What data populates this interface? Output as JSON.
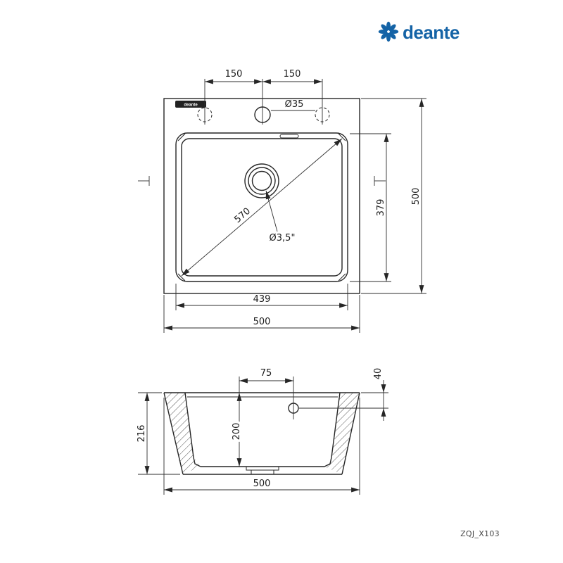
{
  "brand": {
    "name": "deante",
    "color": "#1463a6"
  },
  "model_code": "ZQJ_X103",
  "top_view": {
    "hole_spacing_left": "150",
    "hole_spacing_right": "150",
    "faucet_hole_diameter": "Ø35",
    "bowl_diagonal": "570",
    "bowl_front_to_back": "379",
    "overall_depth": "500",
    "drain_diameter": "Ø3,5\"",
    "bowl_width": "439",
    "overall_width": "500"
  },
  "section_view": {
    "overflow_offset": "75",
    "overflow_drop": "40",
    "overall_height": "216",
    "bowl_inner_depth": "200",
    "overall_width": "500"
  },
  "colors": {
    "line": "#262626",
    "hatch": "#555555"
  }
}
